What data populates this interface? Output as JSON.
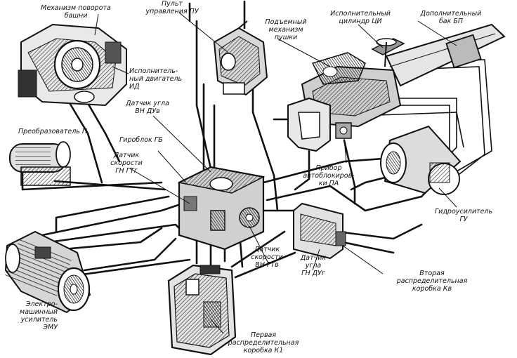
{
  "labels": {
    "turret_mechanism": "Механизм поворота\nбашни",
    "control_panel": "Пульт\nуправления ПУ",
    "gun_lift": "Подъемный\nмеханизм\nпушки",
    "exec_cylinder": "Исполнительный\nцилиндр ЦИ",
    "extra_tank": "Дополнительный\nбак БП",
    "exec_motor": "Исполнитель-\nный двигатель\nИД",
    "angle_sensor_vn": "Датчик угла\nВН ДУв",
    "converter": "Преобразователь П",
    "gyro_block": "Гироблок ГБ",
    "speed_sensor_gn": "Датчик\nскорости\nГН ГТг",
    "auto_block": "Прибор\nавтоблокиров-\nки ПА",
    "hydro_amp": "Гидроусилитель\nГУ",
    "speed_sensor_vn": "Датчик\nскорости\nВН ГТв",
    "angle_sensor_gn": "Датчик\nугла\nГН ДУг",
    "second_box": "Вторая\nраспределительная\nкоробка Кв",
    "emu": "Электро-\nмашинный\nусилитель\nЭМУ",
    "first_box": "Первая\nраспределительная\nкоробка К1"
  }
}
